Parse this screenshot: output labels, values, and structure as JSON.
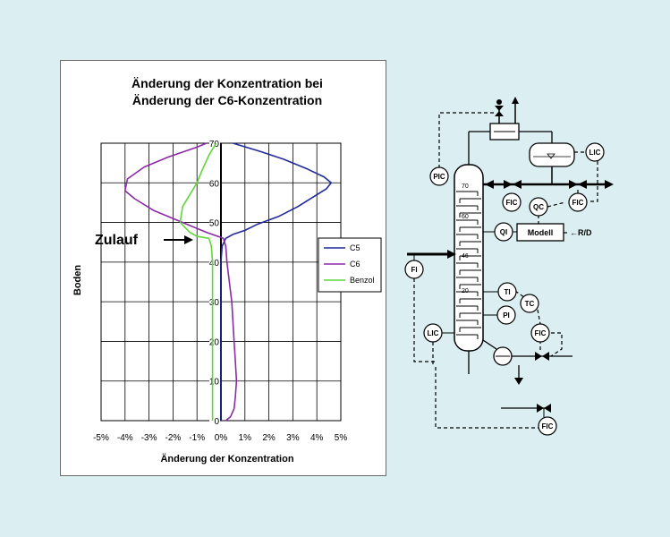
{
  "colors": {
    "background": "#dbeef1",
    "c5": "#1f2a9c",
    "c6": "#8c2aa6",
    "benzol": "#5fd63a",
    "grid": "#000000"
  },
  "chart_data": {
    "type": "line",
    "title_line1": "Änderung der Konzentration bei",
    "title_line2": "Änderung der C6-Konzentration",
    "xlabel": "Änderung der Konzentration",
    "ylabel": "Boden",
    "xlim": [
      -5,
      5
    ],
    "ylim": [
      0,
      70
    ],
    "x_ticks": [
      "-5%",
      "-4%",
      "-3%",
      "-2%",
      "-1%",
      "0%",
      "1%",
      "2%",
      "3%",
      "4%",
      "5%"
    ],
    "y_ticks": [
      "0",
      "10",
      "20",
      "30",
      "40",
      "50",
      "60",
      "70"
    ],
    "grid": true,
    "legend_position": "right",
    "annotation": "Zulauf",
    "annotation_y": 46,
    "series": [
      {
        "name": "C5",
        "color": "#1f2a9c",
        "points": [
          [
            0,
            0
          ],
          [
            0,
            10
          ],
          [
            0,
            20
          ],
          [
            0,
            30
          ],
          [
            0,
            40
          ],
          [
            0.05,
            44
          ],
          [
            0.2,
            46
          ],
          [
            0.5,
            47
          ],
          [
            1.0,
            48
          ],
          [
            1.5,
            49.5
          ],
          [
            2.4,
            51.5
          ],
          [
            3.2,
            54
          ],
          [
            4.0,
            57
          ],
          [
            4.4,
            58.5
          ],
          [
            4.6,
            60
          ],
          [
            4.3,
            61.5
          ],
          [
            3.6,
            63.5
          ],
          [
            2.6,
            66
          ],
          [
            1.6,
            68
          ],
          [
            0.5,
            70
          ]
        ]
      },
      {
        "name": "C6",
        "color": "#8c2aa6",
        "points": [
          [
            0.2,
            0
          ],
          [
            0.4,
            1
          ],
          [
            0.55,
            3
          ],
          [
            0.6,
            6
          ],
          [
            0.65,
            10
          ],
          [
            0.6,
            15
          ],
          [
            0.55,
            20
          ],
          [
            0.5,
            25
          ],
          [
            0.45,
            30
          ],
          [
            0.35,
            35
          ],
          [
            0.25,
            40
          ],
          [
            0.2,
            44
          ],
          [
            0.1,
            46
          ],
          [
            -0.6,
            47.5
          ],
          [
            -1.2,
            49
          ],
          [
            -2.0,
            51
          ],
          [
            -2.8,
            53
          ],
          [
            -3.6,
            56
          ],
          [
            -4.0,
            58
          ],
          [
            -3.9,
            61
          ],
          [
            -3.2,
            64
          ],
          [
            -2.2,
            66.5
          ],
          [
            -1.0,
            69
          ],
          [
            -0.6,
            70
          ]
        ]
      },
      {
        "name": "Benzol",
        "color": "#5fd63a",
        "points": [
          [
            -0.35,
            0
          ],
          [
            -0.35,
            5
          ],
          [
            -0.35,
            10
          ],
          [
            -0.35,
            15
          ],
          [
            -0.35,
            20
          ],
          [
            -0.35,
            25
          ],
          [
            -0.35,
            30
          ],
          [
            -0.35,
            35
          ],
          [
            -0.35,
            40
          ],
          [
            -0.4,
            44
          ],
          [
            -0.5,
            46
          ],
          [
            -1.0,
            46.5
          ],
          [
            -1.3,
            47.5
          ],
          [
            -1.7,
            50
          ],
          [
            -1.6,
            54
          ],
          [
            -1.3,
            57
          ],
          [
            -1.0,
            60
          ],
          [
            -0.8,
            63
          ],
          [
            -0.5,
            67
          ],
          [
            -0.2,
            70
          ]
        ]
      }
    ]
  },
  "schematic": {
    "labels": {
      "pic": "PIC",
      "lic_top": "LIC",
      "fic_1": "FIC",
      "qc": "QC",
      "fic_2": "FIC",
      "qi": "QI",
      "modell": "Modell",
      "rd": "←R/D",
      "fi": "FI",
      "ti": "TI",
      "tc": "TC",
      "pi": "PI",
      "fic_3": "FIC",
      "lic_bottom": "LIC",
      "fic_4": "FIC"
    },
    "tray_numbers": [
      "70",
      "60",
      "46",
      "20"
    ]
  }
}
